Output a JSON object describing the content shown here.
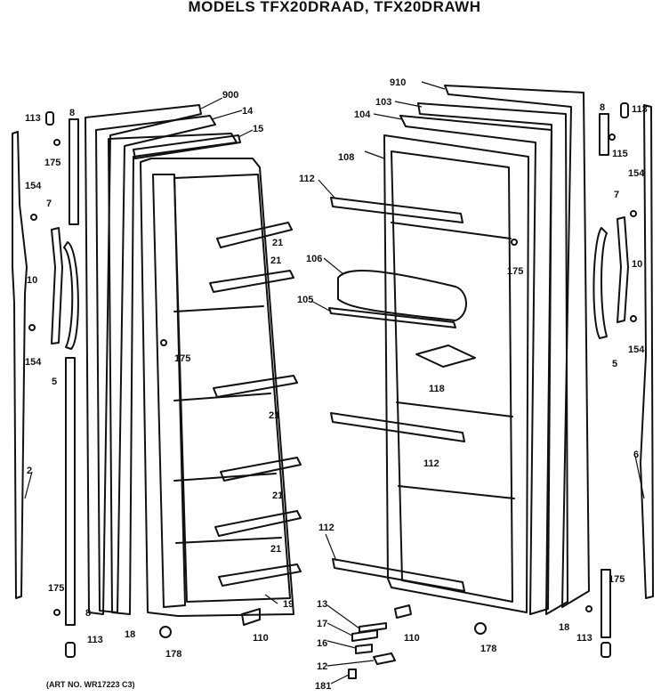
{
  "header": {
    "title": "MODELS TFX20DRAAD, TFX20DRAWH"
  },
  "footer": {
    "art_number": "(ART NO. WR17223 C3)"
  },
  "callouts": {
    "c900": "900",
    "c14": "14",
    "c15": "15",
    "c113_left": "113",
    "c8_left": "8",
    "c175_left_top": "175",
    "c154_left_top": "154",
    "c7_left": "7",
    "c10_left": "10",
    "c154_left_bottom": "154",
    "c5_left": "5",
    "c2": "2",
    "c175_left_bottom": "175",
    "c8_left_bottom": "8",
    "c113_left_bottom": "113",
    "c18_left": "18",
    "c178_left": "178",
    "c110_left": "110",
    "c19": "19",
    "c21_a": "21",
    "c21_b": "21",
    "c21_c": "21",
    "c21_d": "21",
    "c21_e": "21",
    "c175_left_door": "175",
    "c910": "910",
    "c103": "103",
    "c104": "104",
    "c108": "108",
    "c112_top": "112",
    "c106": "106",
    "c105": "105",
    "c175_right_door": "175",
    "c118": "118",
    "c112_mid": "112",
    "c112_bottom": "112",
    "c13": "13",
    "c17": "17",
    "c16": "16",
    "c12": "12",
    "c181": "181",
    "c110_right": "110",
    "c178_right": "178",
    "c18_right": "18",
    "c8_right": "8",
    "c113_right": "113",
    "c115_right": "115",
    "c154_right_top": "154",
    "c7_right": "7",
    "c10_right": "10",
    "c154_right_bottom": "154",
    "c5_right": "5",
    "c6": "6",
    "c175_right_bottom": "175",
    "c113_right_bottom": "113"
  }
}
